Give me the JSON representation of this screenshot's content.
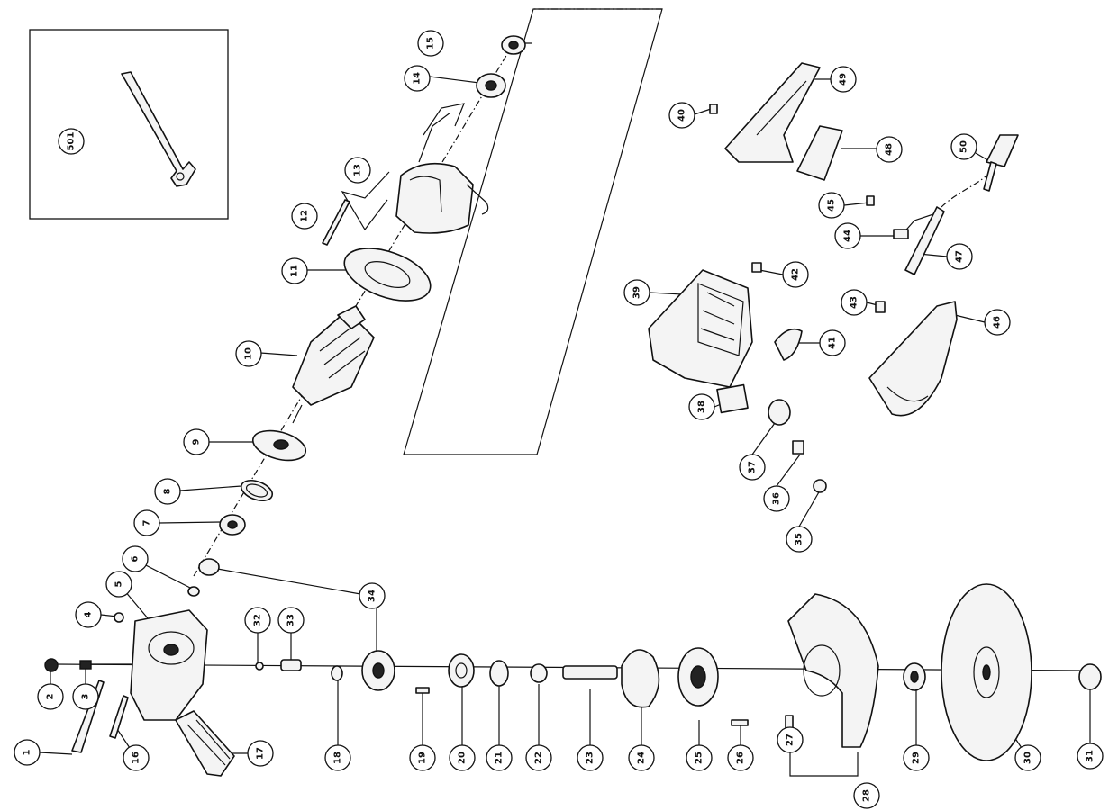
{
  "callouts": [
    "501",
    "15",
    "14",
    "13",
    "12",
    "11",
    "10",
    "9",
    "8",
    "7",
    "6",
    "5",
    "4",
    "34",
    "32",
    "33",
    "2",
    "3",
    "1",
    "16",
    "17",
    "18",
    "19",
    "20",
    "21",
    "22",
    "23",
    "24",
    "25",
    "26",
    "27",
    "28",
    "29",
    "30",
    "31",
    "49",
    "40",
    "48",
    "50",
    "45",
    "44",
    "47",
    "42",
    "39",
    "43",
    "46",
    "41",
    "38",
    "37",
    "36",
    "35"
  ]
}
